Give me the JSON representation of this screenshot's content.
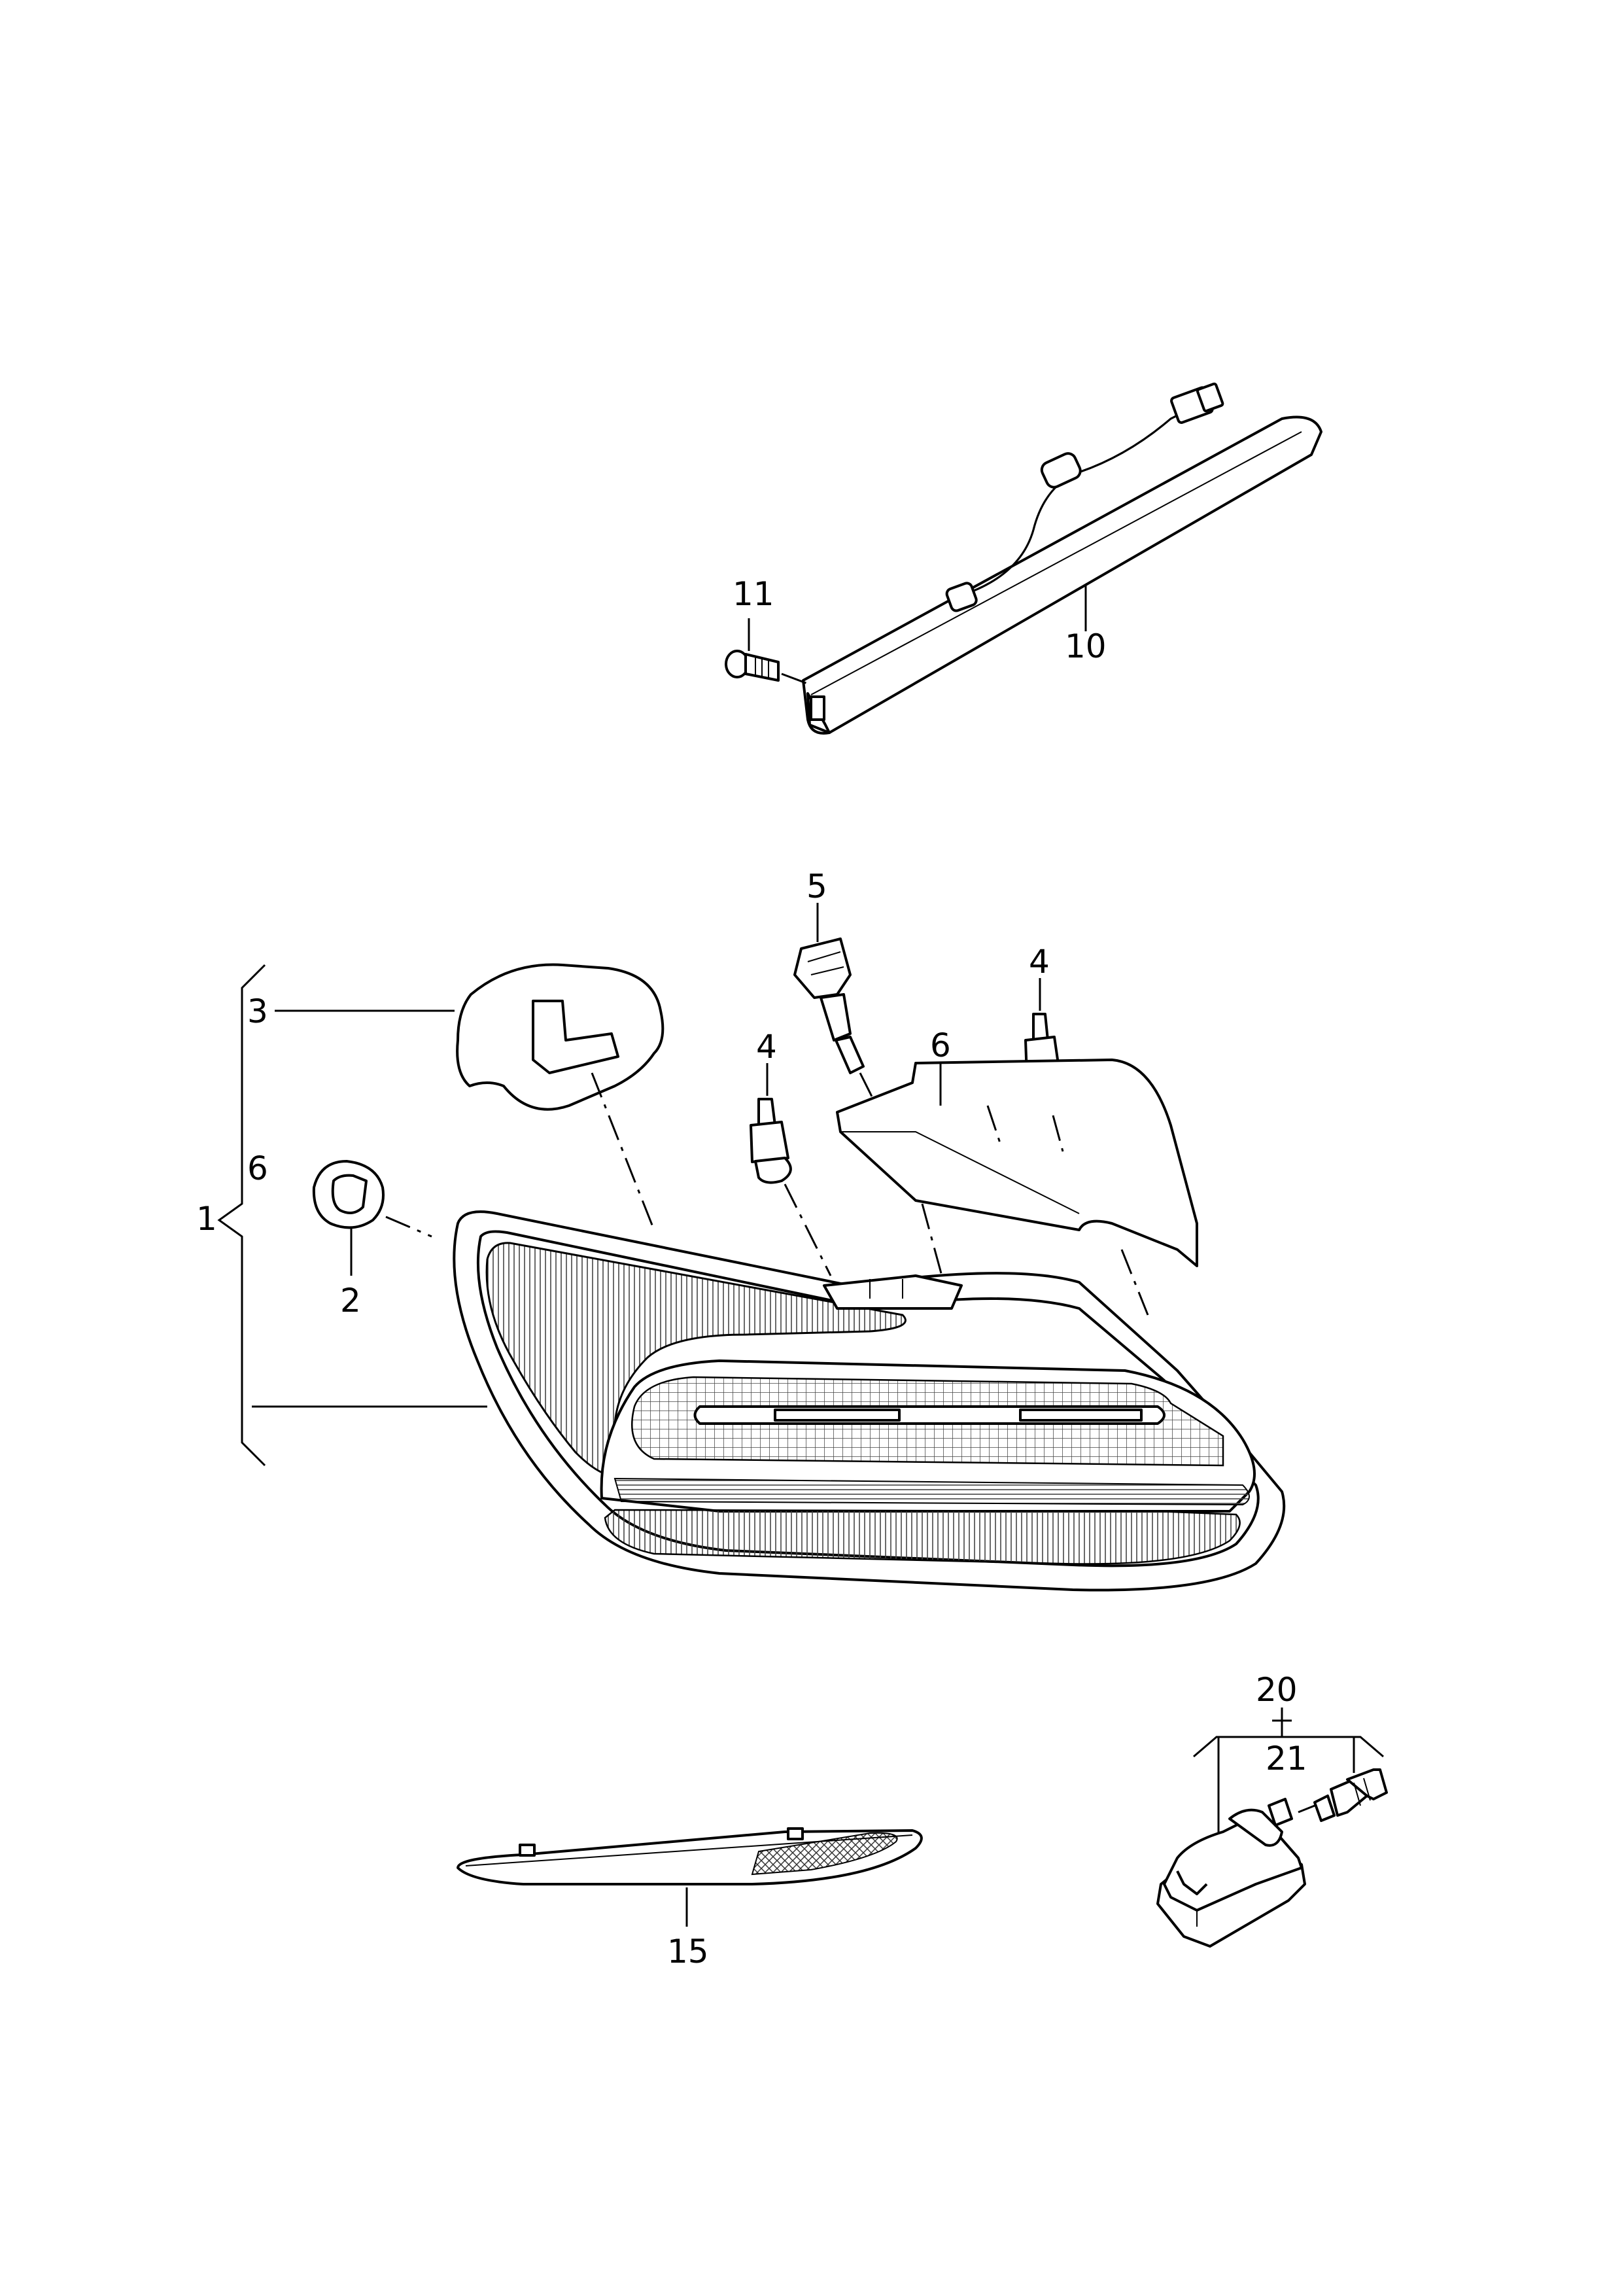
{
  "labels": {
    "l1": "1",
    "l2": "2",
    "l3": "3",
    "l4a": "4",
    "l4b": "4",
    "l5": "5",
    "l6a": "6",
    "l6b": "6",
    "l10": "10",
    "l11": "11",
    "l15": "15",
    "l20": "20",
    "l21": "21"
  },
  "colors": {
    "ink": "#000000",
    "background": "#ffffff"
  }
}
